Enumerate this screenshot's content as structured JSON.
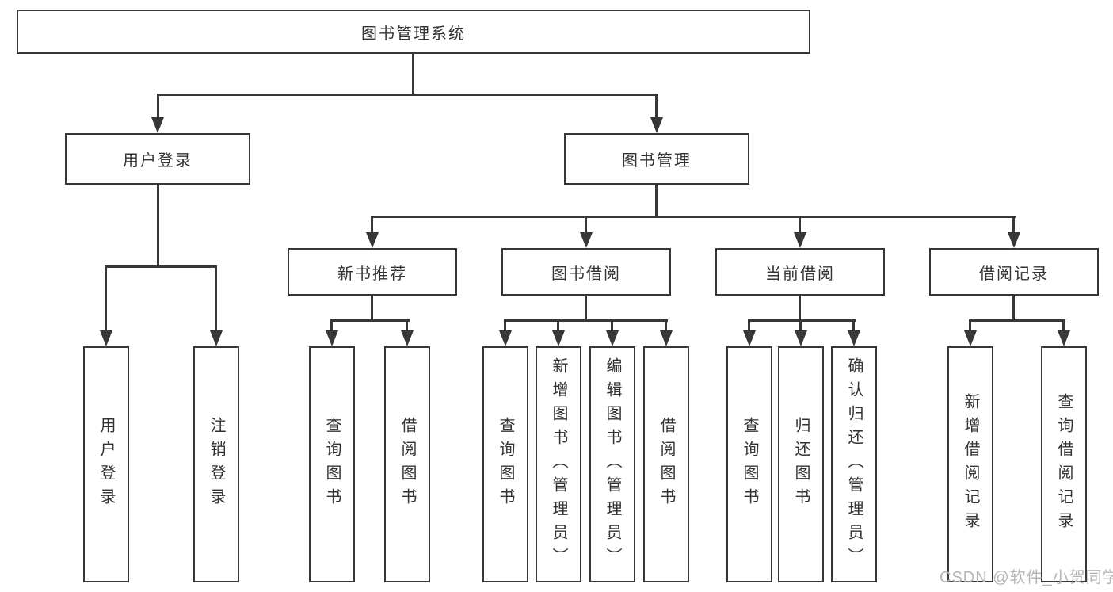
{
  "diagram": {
    "type": "hierarchy-tree",
    "title": "图书管理系统",
    "colors": {
      "line": "#373737",
      "text": "#333333",
      "background": "#ffffff",
      "watermark": "#b5b5b5"
    },
    "root": {
      "label": "图书管理系统"
    },
    "level1": [
      {
        "label": "用户登录"
      },
      {
        "label": "图书管理"
      }
    ],
    "level2": [
      {
        "label": "新书推荐"
      },
      {
        "label": "图书借阅"
      },
      {
        "label": "当前借阅"
      },
      {
        "label": "借阅记录"
      }
    ],
    "leaves": {
      "login": [
        {
          "label": "用户登录"
        },
        {
          "label": "注销登录"
        }
      ],
      "recommend": [
        {
          "label": "查询图书"
        },
        {
          "label": "借阅图书"
        }
      ],
      "borrow": [
        {
          "label": "查询图书"
        },
        {
          "label": "新增图书（管理员）"
        },
        {
          "label": "编辑图书（管理员）"
        },
        {
          "label": "借阅图书"
        }
      ],
      "current": [
        {
          "label": "查询图书"
        },
        {
          "label": "归还图书"
        },
        {
          "label": "确认归还（管理员）"
        }
      ],
      "records": [
        {
          "label": "新增借阅记录"
        },
        {
          "label": "查询借阅记录"
        }
      ]
    },
    "watermark": {
      "text": "CSDN @软件_小贺同学"
    }
  }
}
